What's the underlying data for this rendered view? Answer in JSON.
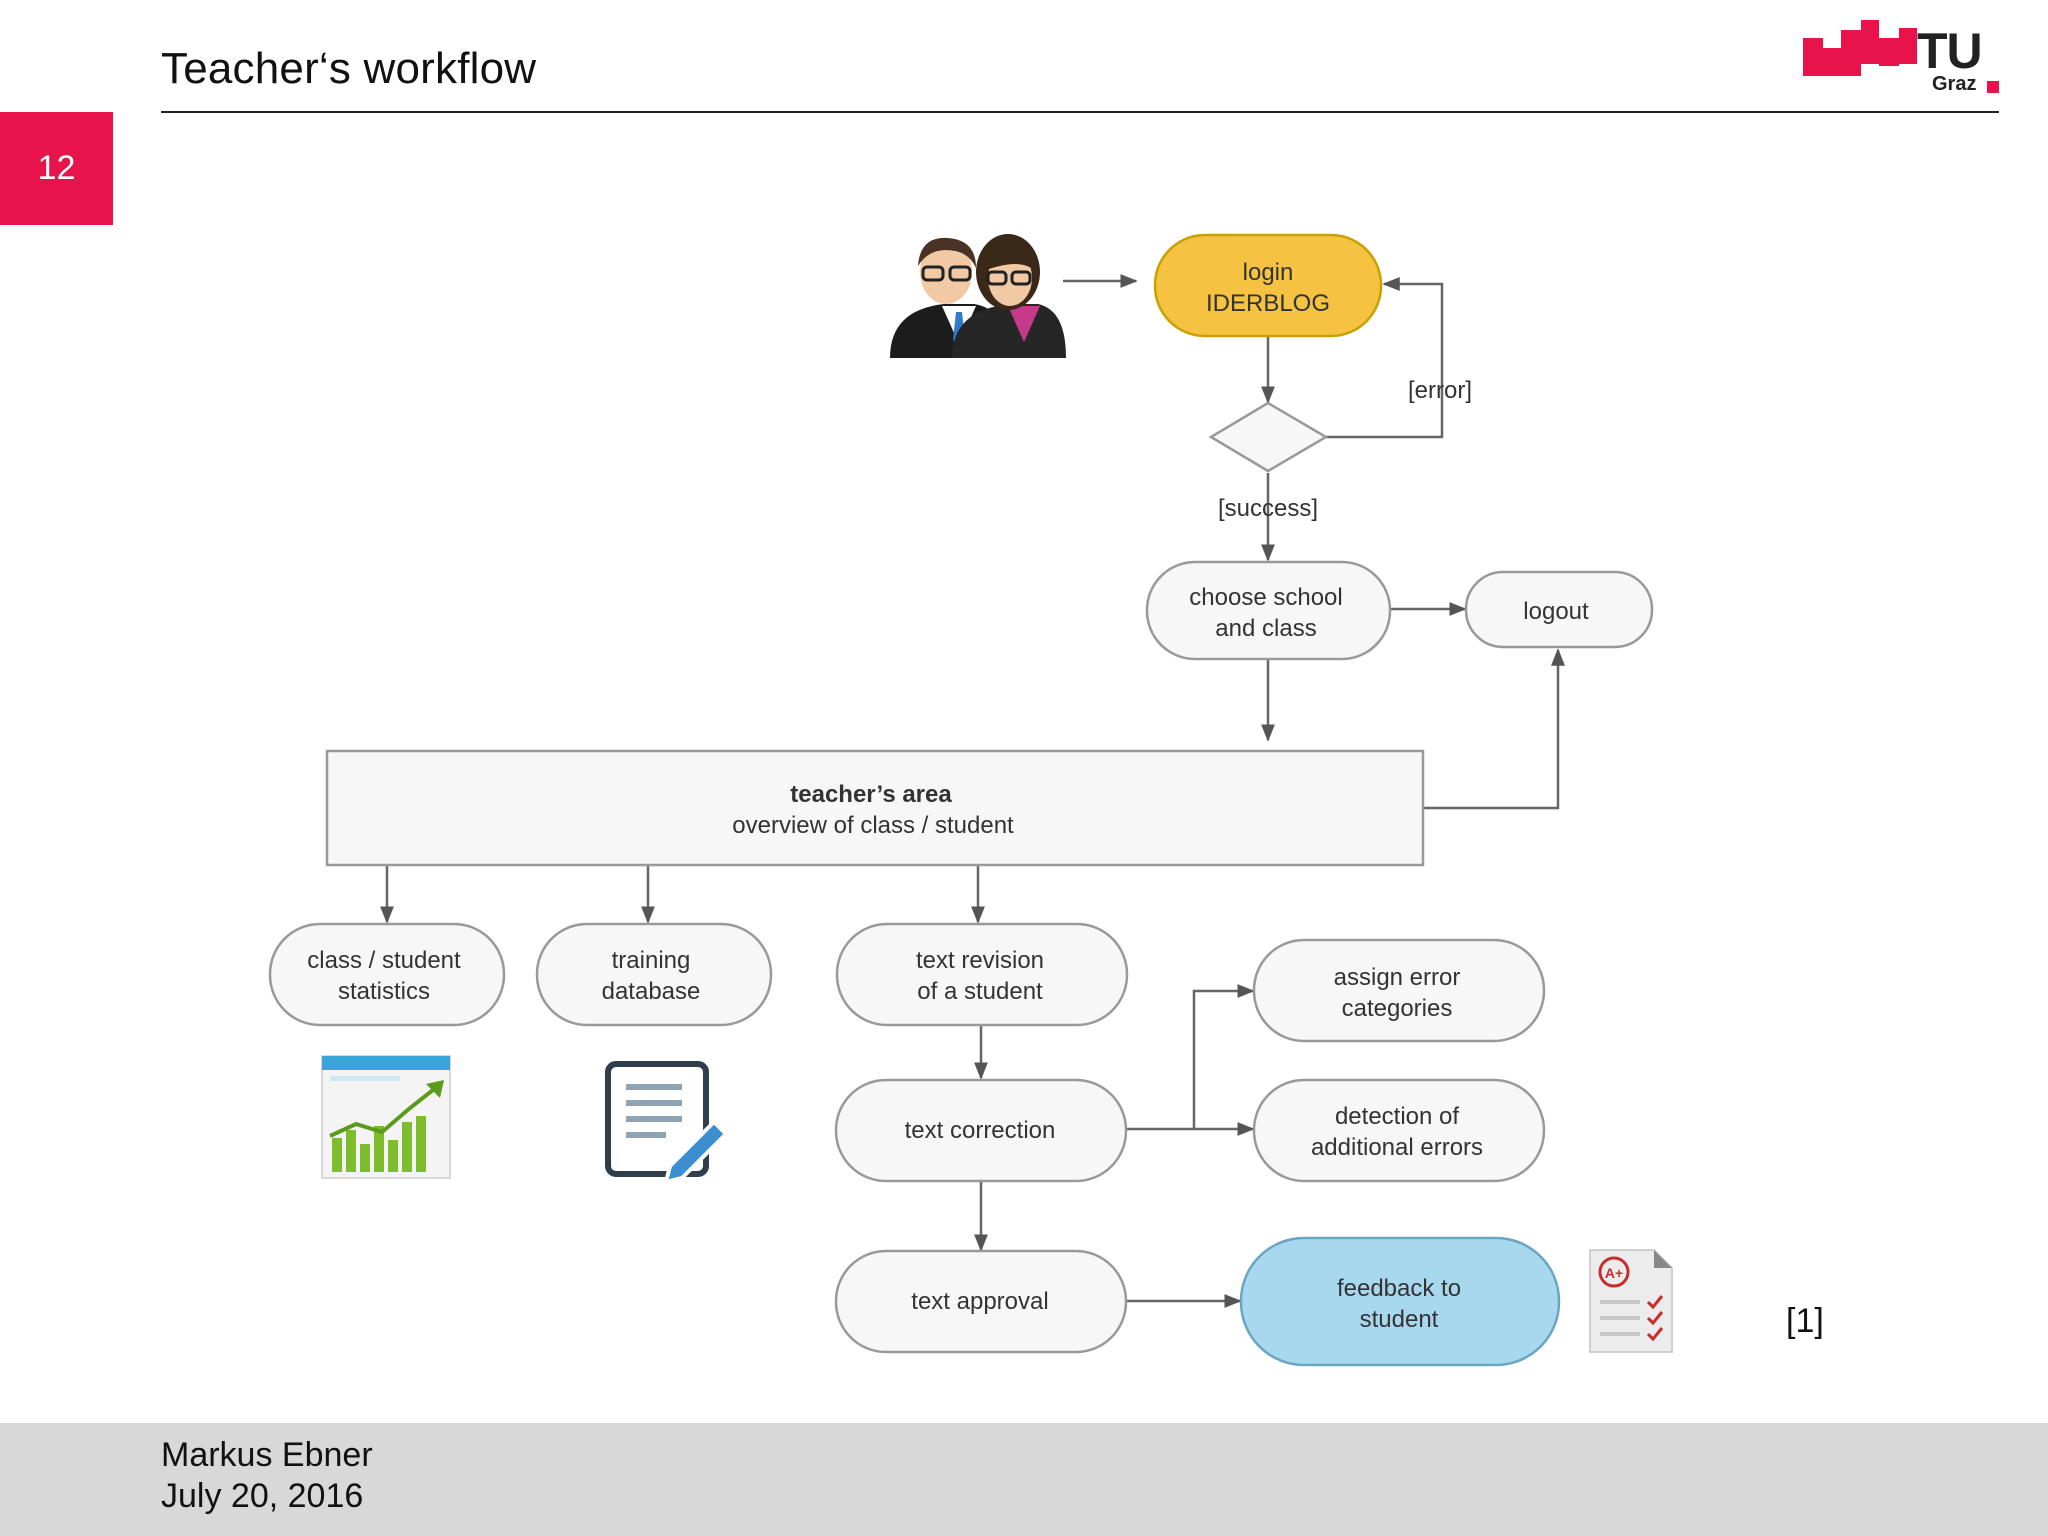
{
  "header": {
    "title": "Teacher‘s workflow",
    "page_number": "12",
    "logo_text": "TU",
    "logo_subtext": "Graz"
  },
  "colors": {
    "accent": "#e8134a",
    "login_fill": "#f5c242",
    "feedback_fill": "#a8d8ee",
    "node_fill": "#f7f7f7",
    "node_stroke": "#999999"
  },
  "diagram": {
    "nodes": {
      "login": [
        "login",
        "IDERBLOG"
      ],
      "choose": [
        "choose school",
        "and class"
      ],
      "logout": [
        "logout"
      ],
      "area_title": "teacher’s area",
      "area_sub": "overview of class / student",
      "stats": [
        "class / student",
        "statistics"
      ],
      "training": [
        "training",
        "database"
      ],
      "revision": [
        "text revision",
        "of a student"
      ],
      "correction": [
        "text correction"
      ],
      "assign": [
        "assign error",
        "categories"
      ],
      "detection": [
        "detection of",
        "additional errors"
      ],
      "approval": [
        "text approval"
      ],
      "feedback": [
        "feedback to",
        "student"
      ]
    },
    "edge_labels": {
      "error": "[error]",
      "success": "[success]"
    },
    "icons": [
      "teachers-icon",
      "statistics-chart-icon",
      "document-edit-icon",
      "graded-paper-icon"
    ]
  },
  "citation": "[1]",
  "footer": {
    "author": "Markus Ebner",
    "date": "July 20, 2016"
  }
}
